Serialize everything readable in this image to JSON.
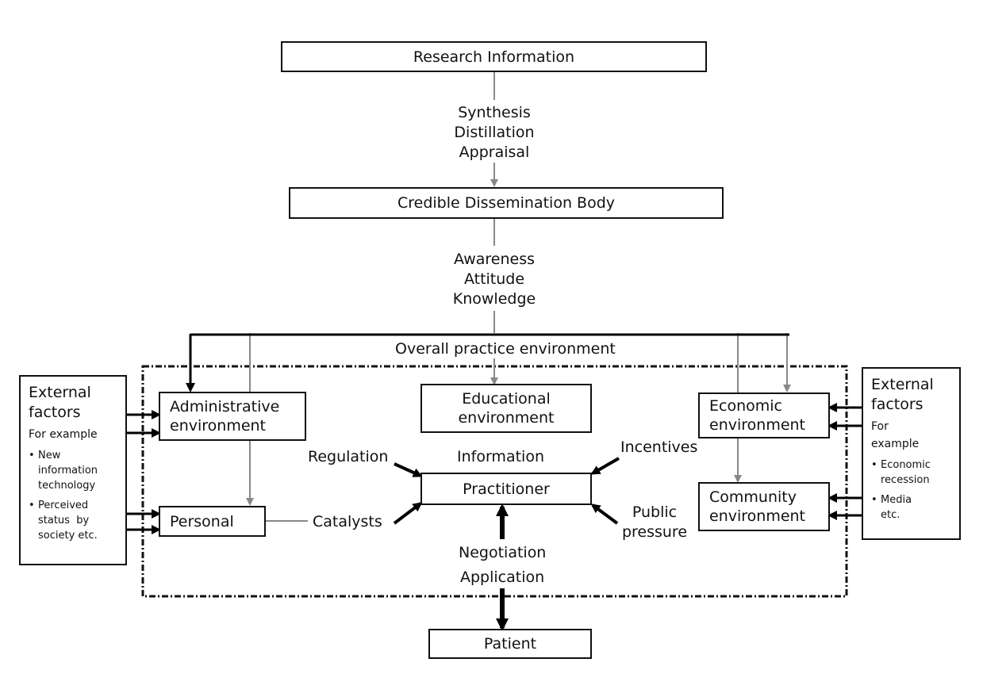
{
  "boxes": {
    "research": "Research Information",
    "dissemination": "Credible Dissemination Body",
    "administrative": [
      "Administrative",
      "environment"
    ],
    "educational": [
      "Educational",
      "environment"
    ],
    "economic": [
      "Economic",
      "environment"
    ],
    "community": [
      "Community",
      "environment"
    ],
    "personal": "Personal",
    "practitioner": "Practitioner",
    "patient": "Patient"
  },
  "labels": {
    "step1": [
      "Synthesis",
      "Distillation",
      "Appraisal"
    ],
    "step2": [
      "Awareness",
      "Attitude",
      "Knowledge"
    ],
    "overall": "Overall practice environment",
    "regulation": "Regulation",
    "information": "Information",
    "incentives": "Incentives",
    "catalysts": "Catalysts",
    "public_pressure": [
      "Public",
      "pressure"
    ],
    "negotiation": "Negotiation",
    "application": "Application"
  },
  "external_left": {
    "title": [
      "External",
      "factors"
    ],
    "subtitle": "For example",
    "items": [
      [
        "New",
        "information",
        "technology"
      ],
      [
        "Perceived",
        "status  by",
        "society etc."
      ]
    ]
  },
  "external_right": {
    "title": [
      "External",
      "factors"
    ],
    "subtitle": [
      "For",
      "example"
    ],
    "items": [
      [
        "Economic",
        "recession"
      ],
      [
        "Media",
        "etc."
      ]
    ]
  },
  "bullet": "•"
}
